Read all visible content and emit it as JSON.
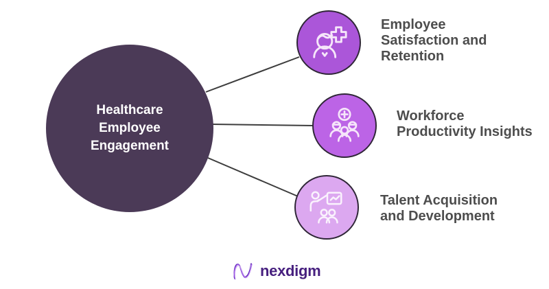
{
  "diagram": {
    "central": {
      "label": "Healthcare\nEmployee\nEngagement",
      "fill": "#4b3a57",
      "text_color": "#ffffff"
    },
    "nodes": [
      {
        "label": "Employee\nSatisfaction and\nRetention",
        "icon": "person-medical-cross-icon",
        "fill": "#ab56d9"
      },
      {
        "label": "Workforce\nProductivity Insights",
        "icon": "team-plus-icon",
        "fill": "#bc64e6"
      },
      {
        "label": "Talent Acquisition\nand Development",
        "icon": "training-presentation-icon",
        "fill": "#dca8f0"
      }
    ]
  },
  "footer": {
    "logo_text": "nexdigm",
    "logo_mark": "nexdigm-wave-n-icon"
  },
  "colors": {
    "background": "#ffffff",
    "central_circle": "#4b3a57",
    "node_top": "#ab56d9",
    "node_middle": "#bc64e6",
    "node_bottom": "#dca8f0",
    "node_border": "#2f2637",
    "connector_line": "#3d3d3d",
    "label_text": "#4d4d4d",
    "icon_stroke": "#f6e6fa",
    "logo_text": "#47207f",
    "logo_mark_dark": "#5b21b6",
    "logo_mark_mid": "#a362e8",
    "logo_mark_light": "#c9a0f0"
  }
}
